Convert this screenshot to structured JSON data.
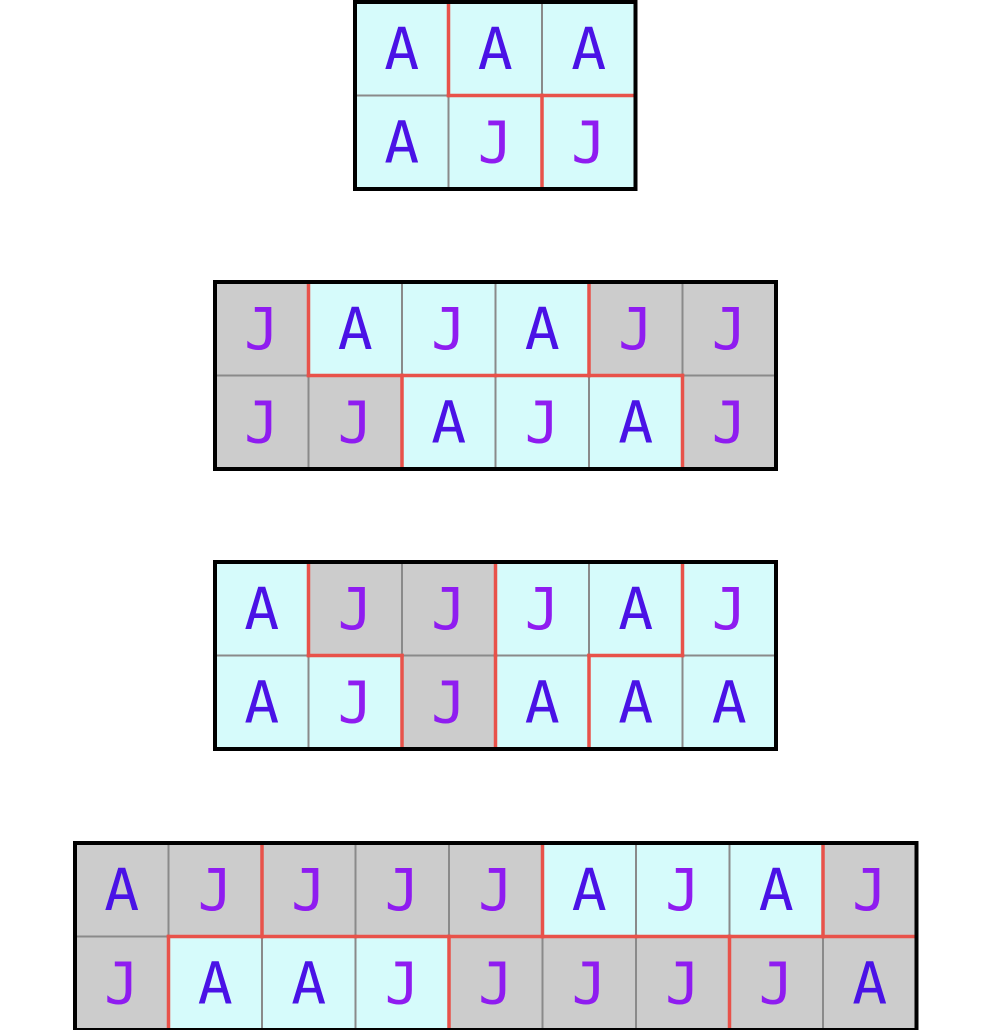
{
  "colors": {
    "background": "#ffffff",
    "cell_blue": "#d6fbfb",
    "cell_gray": "#cccccc",
    "grid_line": "#8a8a8a",
    "outer_border": "#000000",
    "region_border": "#e8524a",
    "letter_A": "#4a12e6",
    "letter_J": "#8f1cf0"
  },
  "grids": [
    {
      "name": "grid-1",
      "rows": [
        [
          "A",
          "A",
          "A"
        ],
        [
          "A",
          "J",
          "J"
        ]
      ],
      "fill": [
        [
          "b",
          "b",
          "b"
        ],
        [
          "b",
          "b",
          "b"
        ]
      ],
      "regions": [
        [
          0,
          1,
          1
        ],
        [
          0,
          0,
          2
        ]
      ]
    },
    {
      "name": "grid-2",
      "rows": [
        [
          "J",
          "A",
          "J",
          "A",
          "J",
          "J"
        ],
        [
          "J",
          "J",
          "A",
          "J",
          "A",
          "J"
        ]
      ],
      "fill": [
        [
          "g",
          "b",
          "b",
          "b",
          "g",
          "g"
        ],
        [
          "g",
          "g",
          "b",
          "b",
          "b",
          "g"
        ]
      ],
      "regions": [
        [
          0,
          1,
          1,
          1,
          2,
          2
        ],
        [
          0,
          0,
          3,
          3,
          3,
          2
        ]
      ]
    },
    {
      "name": "grid-3",
      "rows": [
        [
          "A",
          "J",
          "J",
          "J",
          "A",
          "J"
        ],
        [
          "A",
          "J",
          "J",
          "A",
          "A",
          "A"
        ]
      ],
      "fill": [
        [
          "b",
          "g",
          "g",
          "b",
          "b",
          "b"
        ],
        [
          "b",
          "b",
          "g",
          "b",
          "b",
          "b"
        ]
      ],
      "regions": [
        [
          0,
          1,
          1,
          2,
          2,
          3
        ],
        [
          0,
          0,
          1,
          2,
          3,
          3
        ]
      ]
    },
    {
      "name": "grid-4",
      "rows": [
        [
          "A",
          "J",
          "J",
          "J",
          "J",
          "A",
          "J",
          "A",
          "J"
        ],
        [
          "J",
          "A",
          "A",
          "J",
          "J",
          "J",
          "J",
          "J",
          "A"
        ]
      ],
      "fill": [
        [
          "g",
          "g",
          "g",
          "g",
          "g",
          "b",
          "b",
          "b",
          "g"
        ],
        [
          "g",
          "b",
          "b",
          "b",
          "g",
          "g",
          "g",
          "g",
          "g"
        ]
      ],
      "regions": [
        [
          0,
          0,
          1,
          1,
          1,
          2,
          2,
          2,
          3
        ],
        [
          0,
          4,
          4,
          4,
          5,
          5,
          5,
          6,
          6
        ]
      ]
    }
  ]
}
